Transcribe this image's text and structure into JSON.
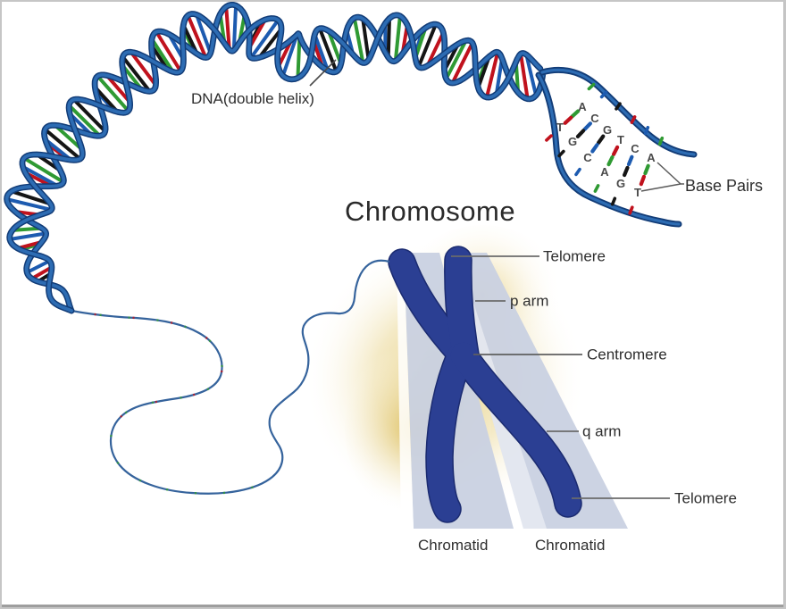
{
  "figure": {
    "title": "Chromosome",
    "dna_label": "DNA(double helix)",
    "base_pairs_label": "Base Pairs",
    "chromosome_labels": {
      "telomere_top": "Telomere",
      "p_arm": "p arm",
      "centromere": "Centromere",
      "q_arm": "q arm",
      "telomere_bottom": "Telomere",
      "chromatid_left": "Chromatid",
      "chromatid_right": "Chromatid"
    },
    "dna_ladder": {
      "top_strand": [
        "A",
        "C",
        "G",
        "T",
        "C",
        "A"
      ],
      "bottom_strand": [
        "T",
        "G",
        "C",
        "A",
        "G",
        "T"
      ]
    },
    "base_colors": {
      "A": "#2f9a33",
      "T": "#c0121d",
      "G": "#151515",
      "C": "#1d5bb0"
    },
    "art_colors": {
      "strand_blue": "#2d6cb3",
      "strand_dark": "#123c77",
      "chromosome_navy": "#2b3f93",
      "chromosome_outline": "#1b2b70",
      "chromatid_band": "#c9d1e1",
      "glow_gold": "#dfc15c",
      "label_text": "#2e2e2e",
      "leader_line": "#6b6b6b",
      "helix_rung_cycle": [
        "#151515",
        "#2f9a33",
        "#c0121d",
        "#1d5bb0",
        "#2f9a33",
        "#151515",
        "#c0121d",
        "#1d5bb0"
      ]
    }
  }
}
